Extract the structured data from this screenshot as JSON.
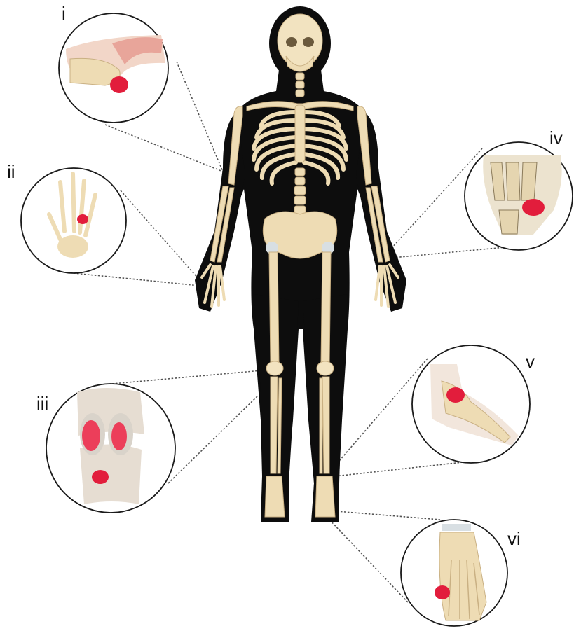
{
  "colors": {
    "silhouette": "#0d0d0d",
    "bone": "#eedcb4",
    "highlight": "#e21d3c",
    "leader": "#555555"
  },
  "callouts": [
    {
      "id": "i",
      "label": "i",
      "site": "elbow"
    },
    {
      "id": "ii",
      "label": "ii",
      "site": "hand"
    },
    {
      "id": "iii",
      "label": "iii",
      "site": "knee"
    },
    {
      "id": "iv",
      "label": "iv",
      "site": "wrist"
    },
    {
      "id": "v",
      "label": "v",
      "site": "ankle"
    },
    {
      "id": "vi",
      "label": "vi",
      "site": "foot"
    }
  ]
}
